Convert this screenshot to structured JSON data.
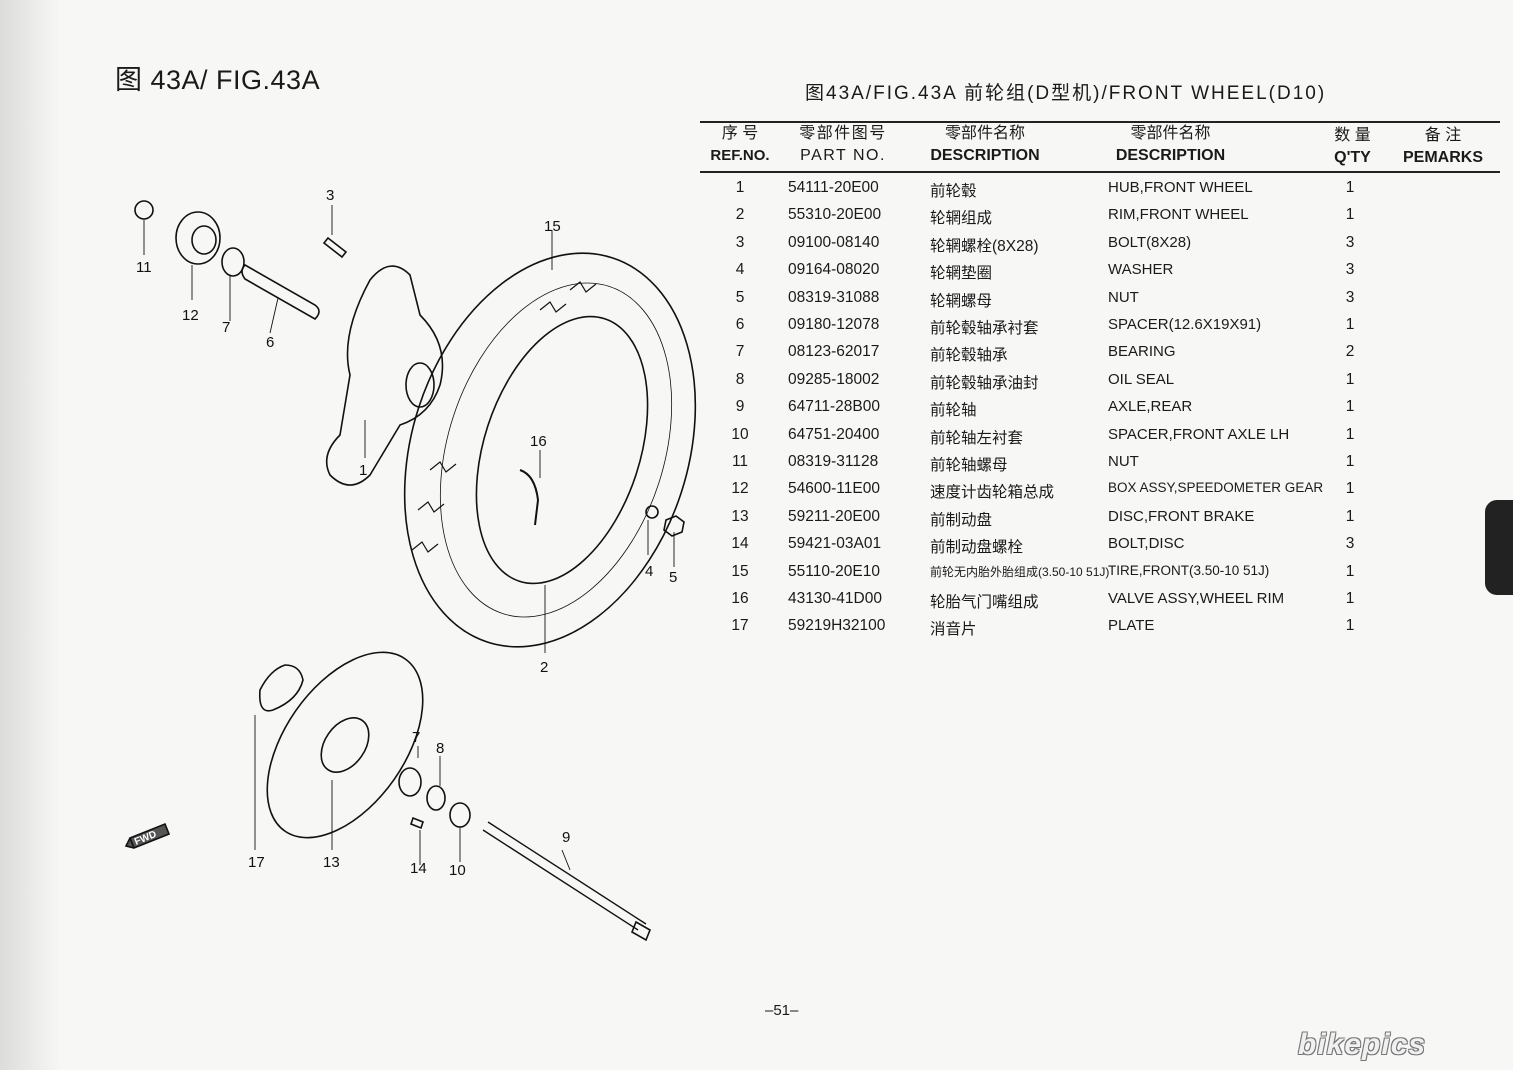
{
  "figure_title": "图 43A/ FIG.43A",
  "table_title": "图43A/FIG.43A   前轮组(D型机)/FRONT WHEEL(D10)",
  "headers": {
    "ref_zh": "序 号",
    "ref_en": "REF.NO.",
    "part_zh": "零部件图号",
    "part_en": "PART NO.",
    "desc_zh": "零部件名称",
    "desc_en": "DESCRIPTION",
    "desc2_zh": "零部件名称",
    "desc2_en": "DESCRIPTION",
    "qty_zh": "数 量",
    "qty_en": "Q'TY",
    "rem_zh": "备 注",
    "rem_en": "PEMARKS"
  },
  "rows": [
    {
      "ref": "1",
      "part": "54111-20E00",
      "zh": "前轮毂",
      "en": "HUB,FRONT WHEEL",
      "qty": "1"
    },
    {
      "ref": "2",
      "part": "55310-20E00",
      "zh": "轮辋组成",
      "en": "RIM,FRONT WHEEL",
      "qty": "1"
    },
    {
      "ref": "3",
      "part": "09100-08140",
      "zh": "轮辋螺栓(8X28)",
      "en": "BOLT(8X28)",
      "qty": "3"
    },
    {
      "ref": "4",
      "part": "09164-08020",
      "zh": "轮辋垫圈",
      "en": "WASHER",
      "qty": "3"
    },
    {
      "ref": "5",
      "part": "08319-31088",
      "zh": "轮辋螺母",
      "en": "NUT",
      "qty": "3"
    },
    {
      "ref": "6",
      "part": "09180-12078",
      "zh": "前轮毂轴承衬套",
      "en": "SPACER(12.6X19X91)",
      "qty": "1"
    },
    {
      "ref": "7",
      "part": "08123-62017",
      "zh": "前轮毂轴承",
      "en": "BEARING",
      "qty": "2"
    },
    {
      "ref": "8",
      "part": "09285-18002",
      "zh": "前轮毂轴承油封",
      "en": "OIL SEAL",
      "qty": "1"
    },
    {
      "ref": "9",
      "part": "64711-28B00",
      "zh": "前轮轴",
      "en": "AXLE,REAR",
      "qty": "1"
    },
    {
      "ref": "10",
      "part": "64751-20400",
      "zh": "前轮轴左衬套",
      "en": "SPACER,FRONT AXLE LH",
      "qty": "1"
    },
    {
      "ref": "11",
      "part": "08319-31128",
      "zh": "前轮轴螺母",
      "en": "NUT",
      "qty": "1"
    },
    {
      "ref": "12",
      "part": "54600-11E00",
      "zh": "速度计齿轮箱总成",
      "en": "BOX ASSY,SPEEDOMETER GEAR",
      "qty": "1"
    },
    {
      "ref": "13",
      "part": "59211-20E00",
      "zh": "前制动盘",
      "en": "DISC,FRONT BRAKE",
      "qty": "1"
    },
    {
      "ref": "14",
      "part": "59421-03A01",
      "zh": "前制动盘螺栓",
      "en": "BOLT,DISC",
      "qty": "3"
    },
    {
      "ref": "15",
      "part": "55110-20E10",
      "zh": "前轮无内胎外胎组成(3.50-10 51J)",
      "en": "TIRE,FRONT(3.50-10 51J)",
      "qty": "1"
    },
    {
      "ref": "16",
      "part": "43130-41D00",
      "zh": "轮胎气门嘴组成",
      "en": "VALVE ASSY,WHEEL RIM",
      "qty": "1"
    },
    {
      "ref": "17",
      "part": "59219H32100",
      "zh": "消音片",
      "en": "PLATE",
      "qty": "1"
    }
  ],
  "callouts": {
    "c1": "1",
    "c2": "2",
    "c3": "3",
    "c4": "4",
    "c5": "5",
    "c6": "6",
    "c7a": "7",
    "c7b": "7",
    "c8": "8",
    "c9": "9",
    "c10": "10",
    "c11": "11",
    "c12": "12",
    "c13": "13",
    "c14": "14",
    "c15": "15",
    "c16": "16",
    "c17": "17"
  },
  "fwd_label": "FWD",
  "page_number": "–51–",
  "watermark": "bikepics"
}
